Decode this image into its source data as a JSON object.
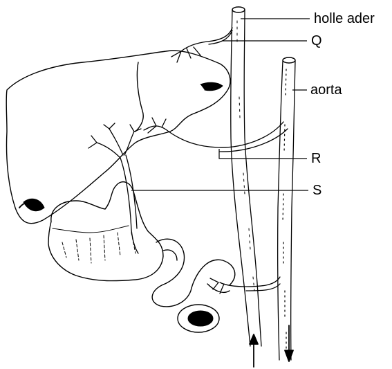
{
  "labels": {
    "holle_ader": "holle ader",
    "q": "Q",
    "aorta": "aorta",
    "r": "R",
    "s": "S"
  },
  "colors": {
    "ink": "#000000",
    "background": "#ffffff"
  }
}
